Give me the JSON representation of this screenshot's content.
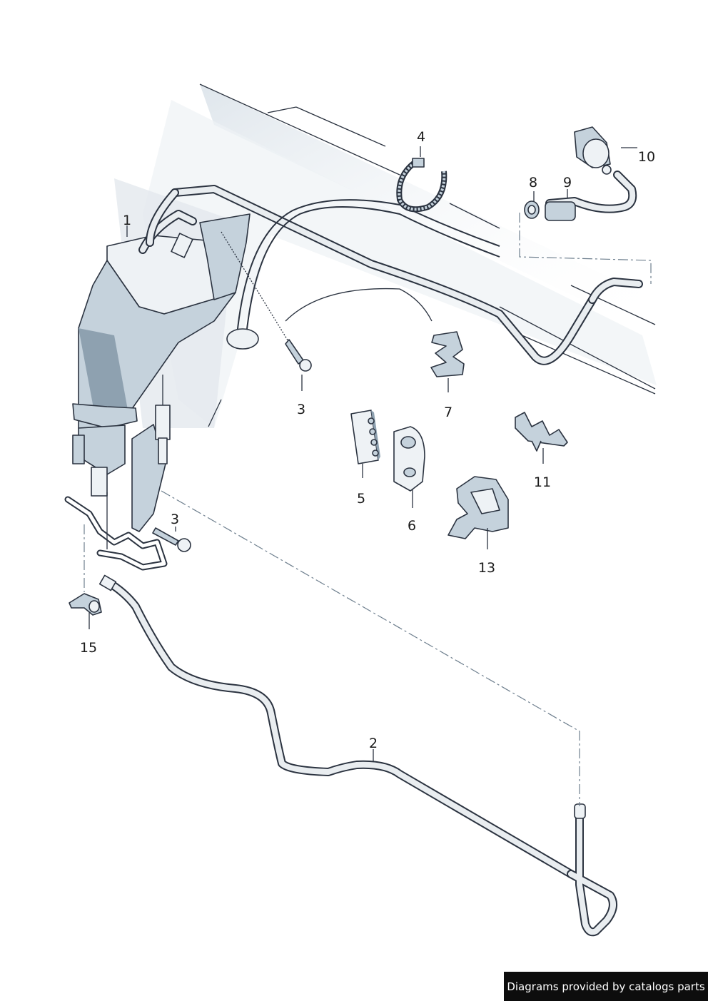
{
  "callouts": [
    {
      "id": "c1",
      "label": "1"
    },
    {
      "id": "c2",
      "label": "2"
    },
    {
      "id": "c3a",
      "label": "3"
    },
    {
      "id": "c3b",
      "label": "3"
    },
    {
      "id": "c4",
      "label": "4"
    },
    {
      "id": "c5",
      "label": "5"
    },
    {
      "id": "c6",
      "label": "6"
    },
    {
      "id": "c7",
      "label": "7"
    },
    {
      "id": "c8",
      "label": "8"
    },
    {
      "id": "c9",
      "label": "9"
    },
    {
      "id": "c10",
      "label": "10"
    },
    {
      "id": "c11",
      "label": "11"
    },
    {
      "id": "c13",
      "label": "13"
    },
    {
      "id": "c15",
      "label": "15"
    }
  ],
  "credit": "Diagrams provided by catalogs parts"
}
